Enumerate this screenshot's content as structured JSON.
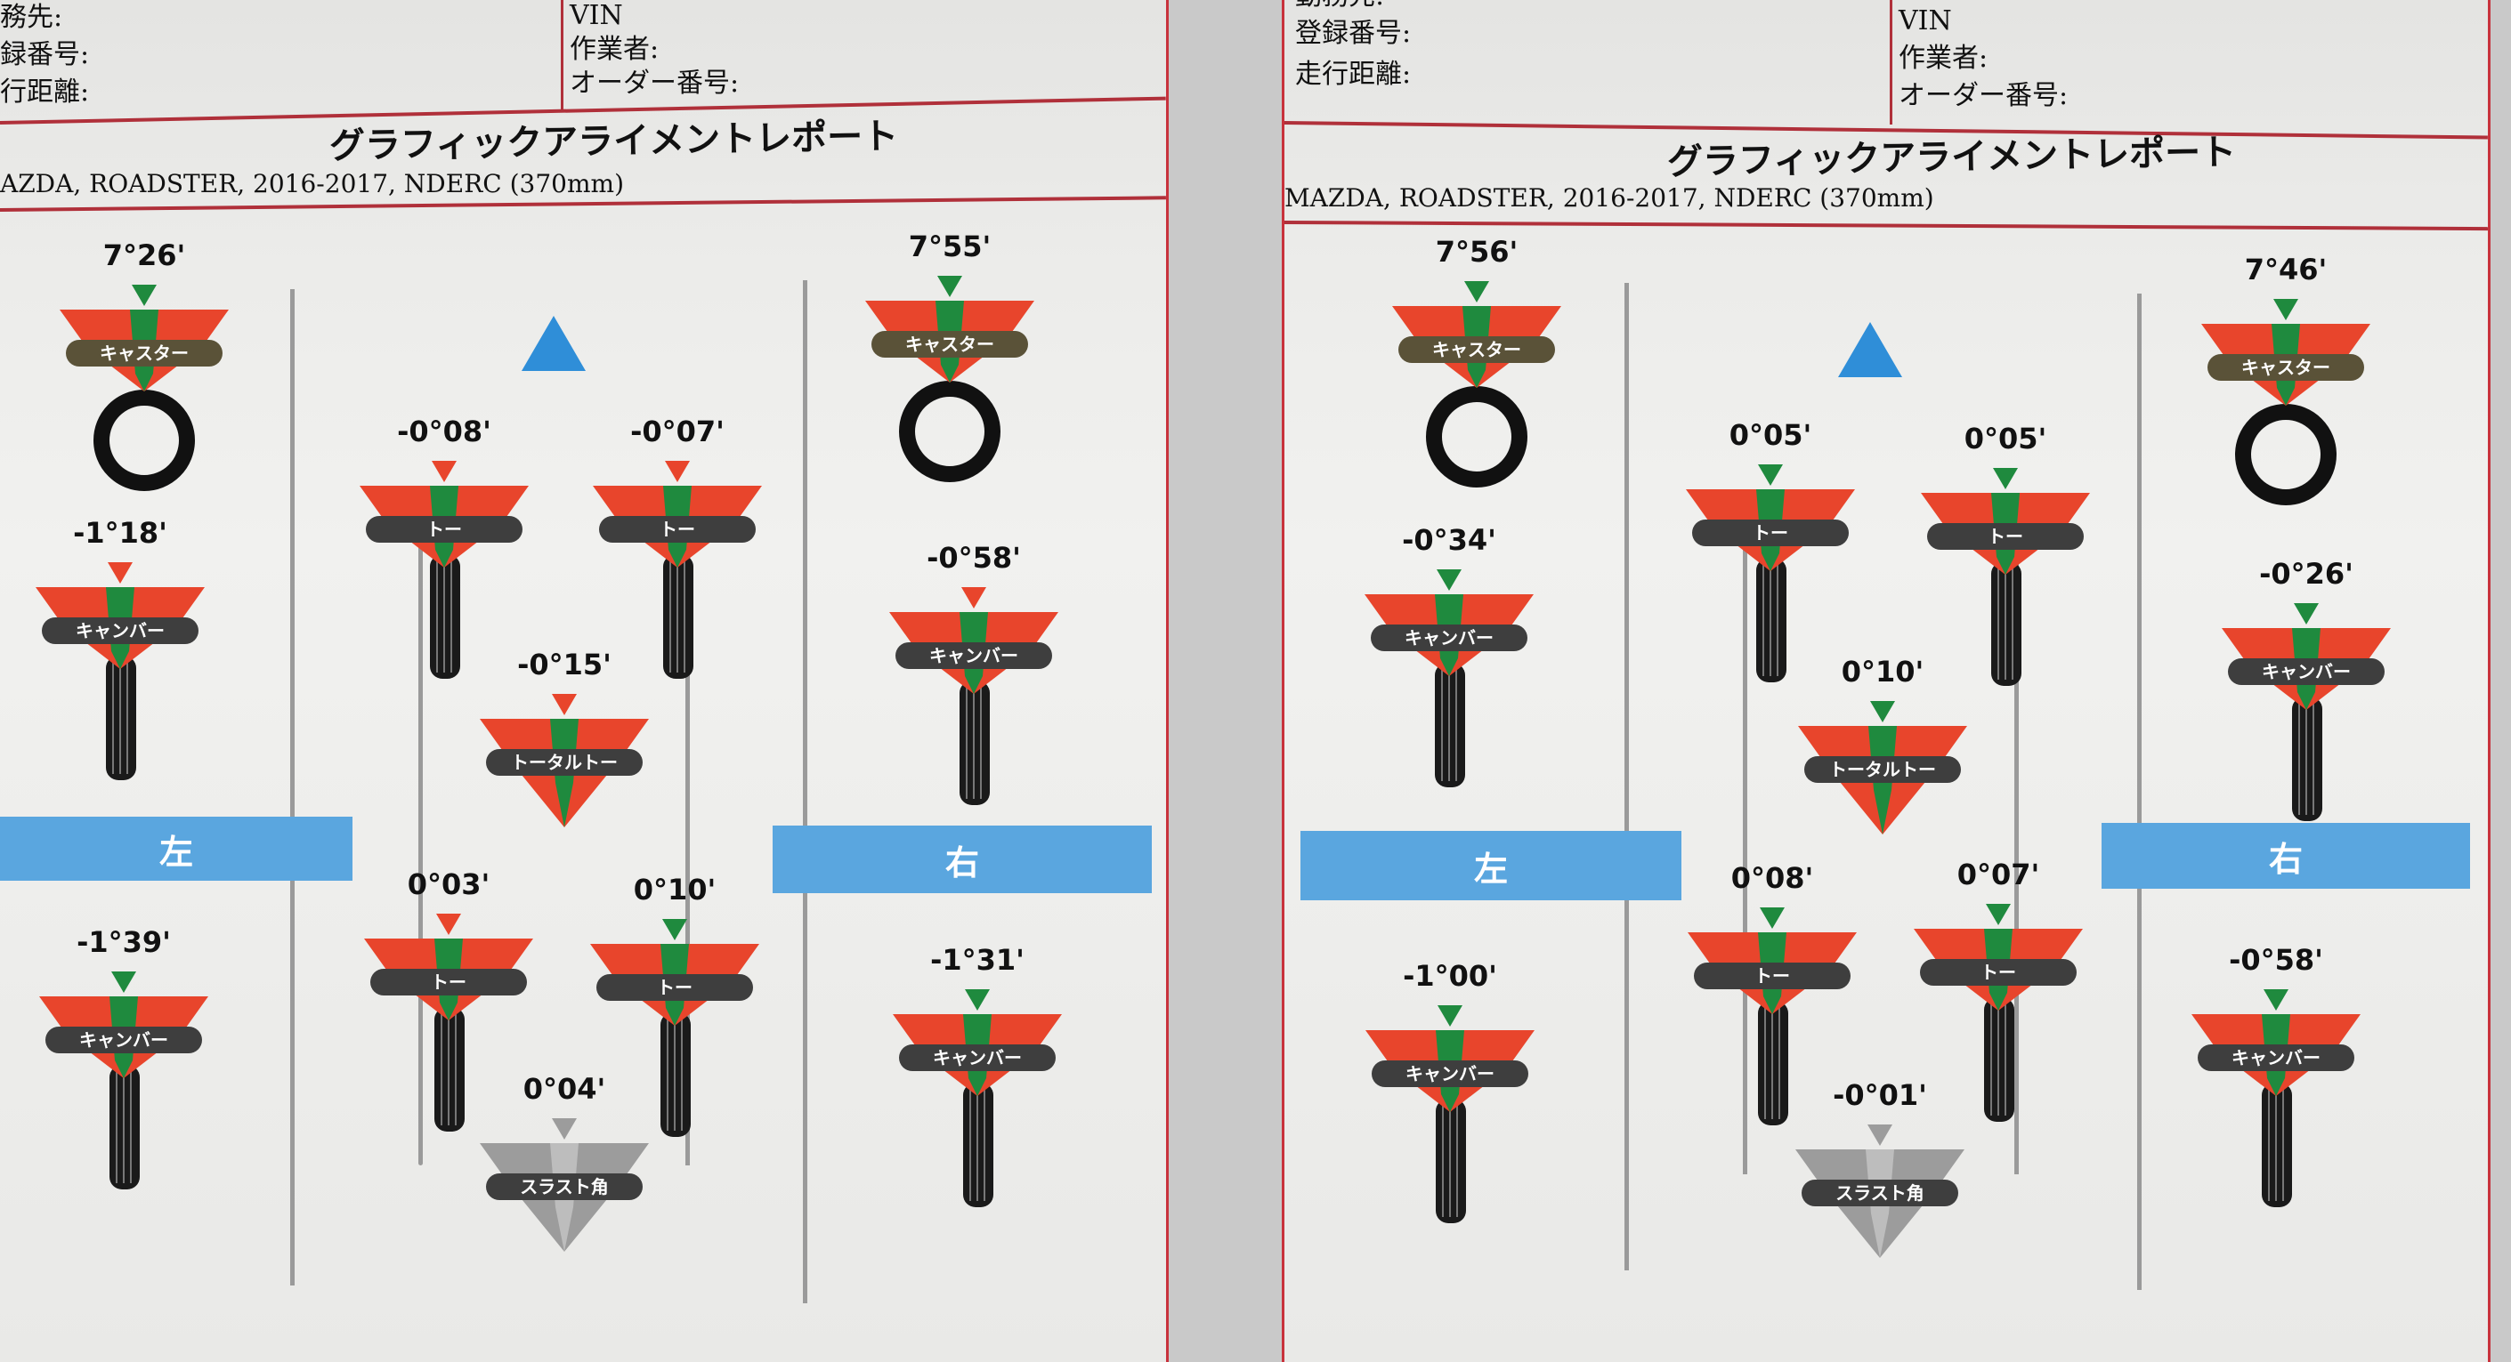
{
  "colors": {
    "red": "#e8452c",
    "green": "#1f8a3e",
    "label_dark": "#3e3e3e",
    "label_olive": "#5a5238",
    "blue_band": "#5aa6df",
    "thrust_gray": "#9c9c9c"
  },
  "pages": [
    {
      "header": {
        "field1": "務先:",
        "field2": "録番号:",
        "field3": "行距離:",
        "vin": "VIN",
        "worker": "作業者:",
        "order": "オーダー番号:"
      },
      "title": "グラフィックアライメントレポート",
      "vehicle": "AZDA, ROADSTER, 2016-2017, NDERC (370mm)",
      "left_label": "左",
      "right_label": "右",
      "items": {
        "caster_left": {
          "label": "キャスター",
          "value": "7°26'",
          "pointer": "green"
        },
        "caster_right": {
          "label": "キャスター",
          "value": "7°55'",
          "pointer": "green"
        },
        "camber_front_left": {
          "label": "キャンバー",
          "value": "-1°18'",
          "pointer": "red"
        },
        "camber_front_right": {
          "label": "キャンバー",
          "value": "-0°58'",
          "pointer": "red"
        },
        "toe_front_left": {
          "label": "トー",
          "value": "-0°08'",
          "pointer": "red"
        },
        "toe_front_right": {
          "label": "トー",
          "value": "-0°07'",
          "pointer": "red"
        },
        "total_toe": {
          "label": "トータルトー",
          "value": "-0°15'",
          "pointer": "red"
        },
        "toe_rear_left": {
          "label": "トー",
          "value": "0°03'",
          "pointer": "red"
        },
        "toe_rear_right": {
          "label": "トー",
          "value": "0°10'",
          "pointer": "green"
        },
        "thrust_angle": {
          "label": "スラスト角",
          "value": "0°04'",
          "pointer": "gray"
        },
        "camber_rear_left": {
          "label": "キャンバー",
          "value": "-1°39'",
          "pointer": "green"
        },
        "camber_rear_right": {
          "label": "キャンバー",
          "value": "-1°31'",
          "pointer": "green"
        }
      }
    },
    {
      "header": {
        "field0": "勤務先:",
        "field2": "登録番号:",
        "field3": "走行距離:",
        "vin": "VIN",
        "worker": "作業者:",
        "order": "オーダー番号:"
      },
      "title": "グラフィックアライメントレポート",
      "vehicle": "MAZDA, ROADSTER, 2016-2017, NDERC (370mm)",
      "left_label": "左",
      "right_label": "右",
      "items": {
        "caster_left": {
          "label": "キャスター",
          "value": "7°56'",
          "pointer": "green"
        },
        "caster_right": {
          "label": "キャスター",
          "value": "7°46'",
          "pointer": "green"
        },
        "camber_front_left": {
          "label": "キャンバー",
          "value": "-0°34'",
          "pointer": "green"
        },
        "camber_front_right": {
          "label": "キャンバー",
          "value": "-0°26'",
          "pointer": "green"
        },
        "toe_front_left": {
          "label": "トー",
          "value": "0°05'",
          "pointer": "green"
        },
        "toe_front_right": {
          "label": "トー",
          "value": "0°05'",
          "pointer": "green"
        },
        "total_toe": {
          "label": "トータルトー",
          "value": "0°10'",
          "pointer": "green"
        },
        "toe_rear_left": {
          "label": "トー",
          "value": "0°08'",
          "pointer": "green"
        },
        "toe_rear_right": {
          "label": "トー",
          "value": "0°07'",
          "pointer": "green"
        },
        "thrust_angle": {
          "label": "スラスト角",
          "value": "-0°01'",
          "pointer": "gray"
        },
        "camber_rear_left": {
          "label": "キャンバー",
          "value": "-1°00'",
          "pointer": "green"
        },
        "camber_rear_right": {
          "label": "キャンバー",
          "value": "-0°58'",
          "pointer": "green"
        }
      }
    }
  ]
}
